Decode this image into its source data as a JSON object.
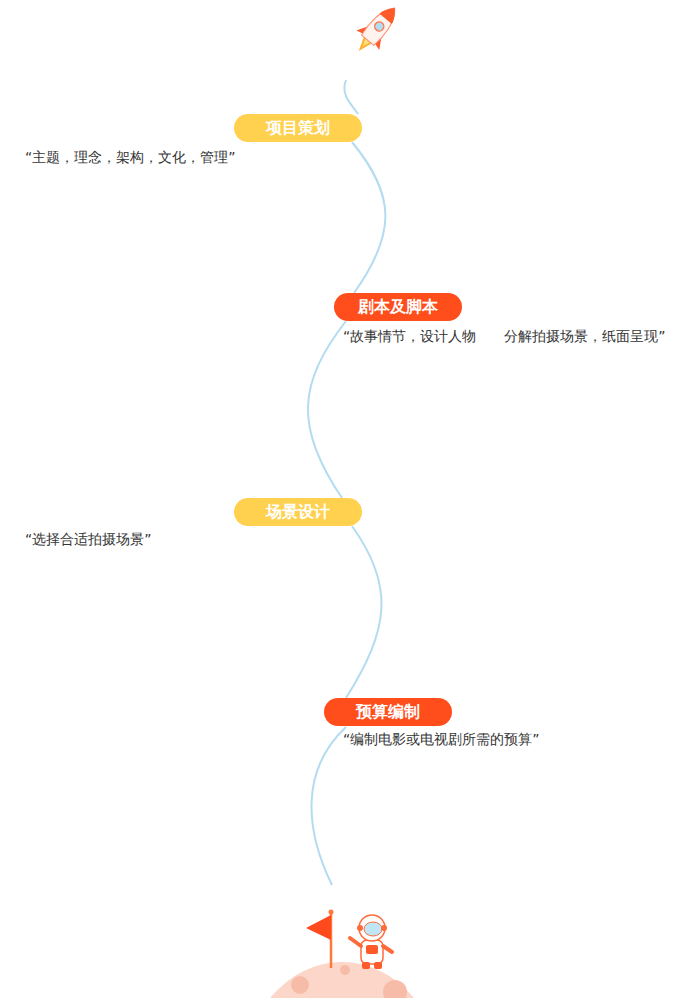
{
  "diagram": {
    "nodes": [
      {
        "text": [
          "项目策划",
          "“主题，理念，架构，文化，管理”"
        ]
      },
      {
        "text": [
          "剧本及脚本",
          "“故事情节，设计人物　　分解拍摄场景，纸面呈现”"
        ]
      },
      {
        "text": [
          "场景设计",
          "“选择合适拍摄场景”"
        ]
      },
      {
        "text": [
          "预算编制",
          "“编制电影或电视剧所需的预算”"
        ]
      }
    ],
    "edges": [
      {
        "from": 0,
        "to": 1,
        "arrow": "none"
      },
      {
        "from": 1,
        "to": 2,
        "arrow": "none"
      },
      {
        "from": 2,
        "to": 3,
        "arrow": "none"
      }
    ]
  }
}
